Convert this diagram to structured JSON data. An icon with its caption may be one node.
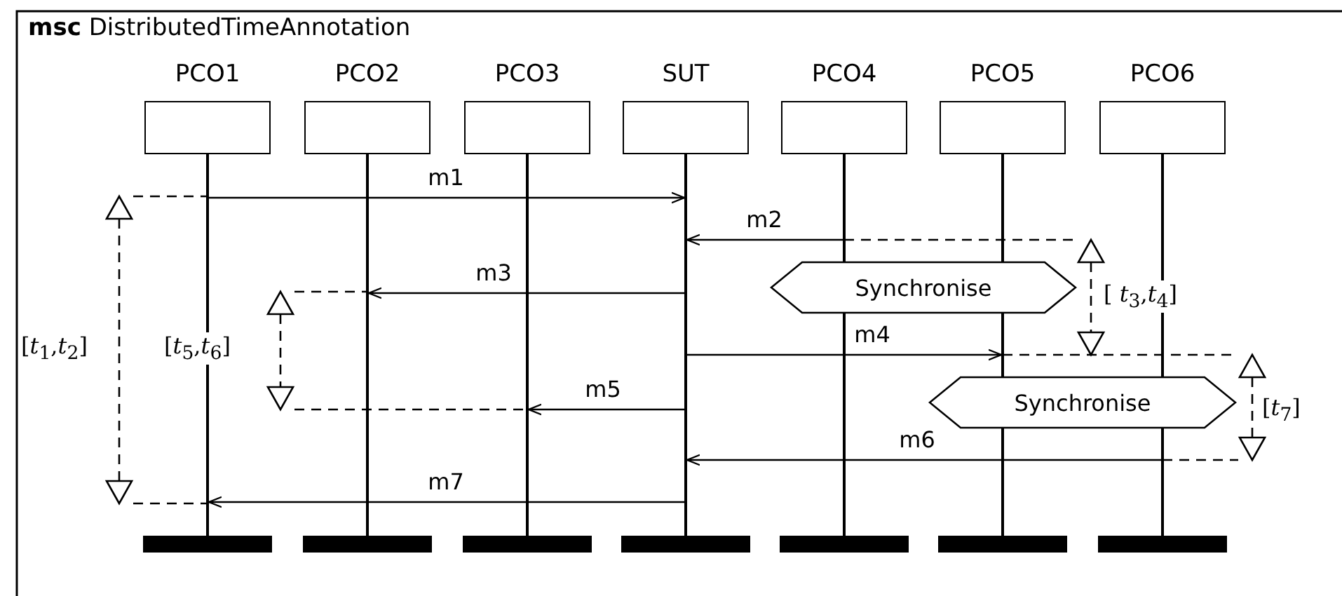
{
  "diagram": {
    "title": "**msc** DistributedTimeAnnotation",
    "nodes": [
      {
        "text": [
          "PCO1"
        ]
      },
      {
        "text": [
          "PCO2"
        ]
      },
      {
        "text": [
          "PCO3"
        ]
      },
      {
        "text": [
          "SUT"
        ]
      },
      {
        "text": [
          "PCO4"
        ]
      },
      {
        "text": [
          "PCO5"
        ]
      },
      {
        "text": [
          "PCO6"
        ]
      },
      {
        "text": [],
        "shape": "line"
      },
      {
        "text": [],
        "shape": "line"
      },
      {
        "text": [],
        "shape": "line"
      },
      {
        "text": [],
        "shape": "line"
      },
      {
        "text": [],
        "shape": "line"
      },
      {
        "text": [],
        "shape": "line"
      },
      {
        "text": [],
        "shape": "line"
      },
      {
        "text": [
          "Synchronise"
        ]
      },
      {
        "text": [
          "Synchronise"
        ]
      }
    ],
    "edges": [
      {
        "from": 7,
        "to": 10,
        "arrow": "to",
        "label": "m1"
      },
      {
        "from": 11,
        "to": 10,
        "arrow": "to",
        "label": "m2"
      },
      {
        "from": 10,
        "to": 8,
        "arrow": "to",
        "label": "m3"
      },
      {
        "from": 10,
        "to": 12,
        "arrow": "to",
        "label": "m4"
      },
      {
        "from": 10,
        "to": 9,
        "arrow": "to",
        "label": "m5"
      },
      {
        "from": 13,
        "to": 10,
        "arrow": "to",
        "label": "m6"
      },
      {
        "from": 10,
        "to": 7,
        "arrow": "to",
        "label": "m7"
      }
    ],
    "labels": [
      "[*t*$_{1}$,*t*$_{2}$]",
      "[*t*$_{5}$,*t*$_{6}$]",
      "[ *t*$_{3}$,*t*$_{4}$]",
      "[*t*$_{7}$]"
    ]
  }
}
